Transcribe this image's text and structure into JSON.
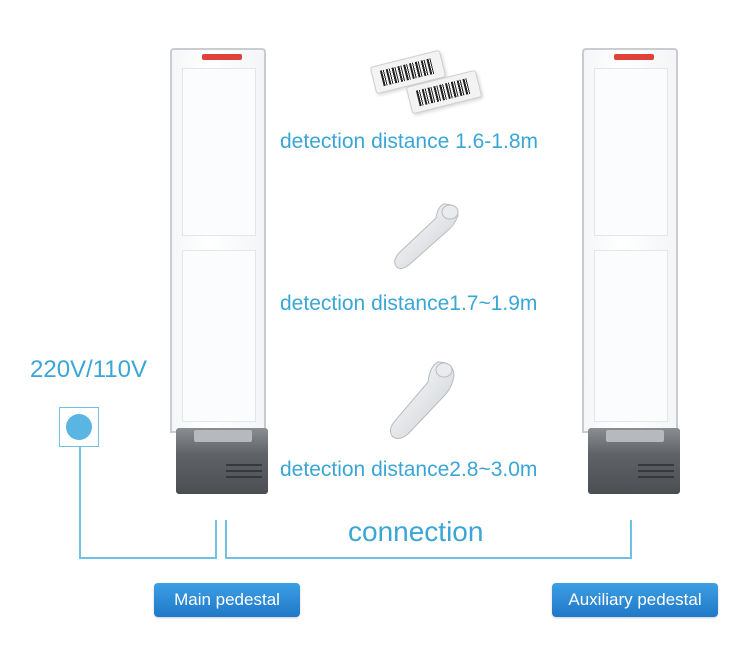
{
  "texts": {
    "distance_1": "detection distance 1.6-1.8m",
    "distance_2": "detection distance1.7~1.9m",
    "distance_3": "detection distance2.8~3.0m",
    "voltage": "220V/110V",
    "connection": "connection",
    "main_pedestal": "Main pedestal",
    "auxiliary_pedestal": "Auxiliary pedestal"
  },
  "colors": {
    "text_accent": "#3aa6d6",
    "line": "#6fc1e4",
    "badge_blue": "#1f78c8",
    "indicator_red": "#e0413b"
  },
  "icons": {
    "power_indicator": "power-dot-icon",
    "label_tag": "barcode-label-icon",
    "hard_tag": "pencil-hard-tag-icon"
  }
}
